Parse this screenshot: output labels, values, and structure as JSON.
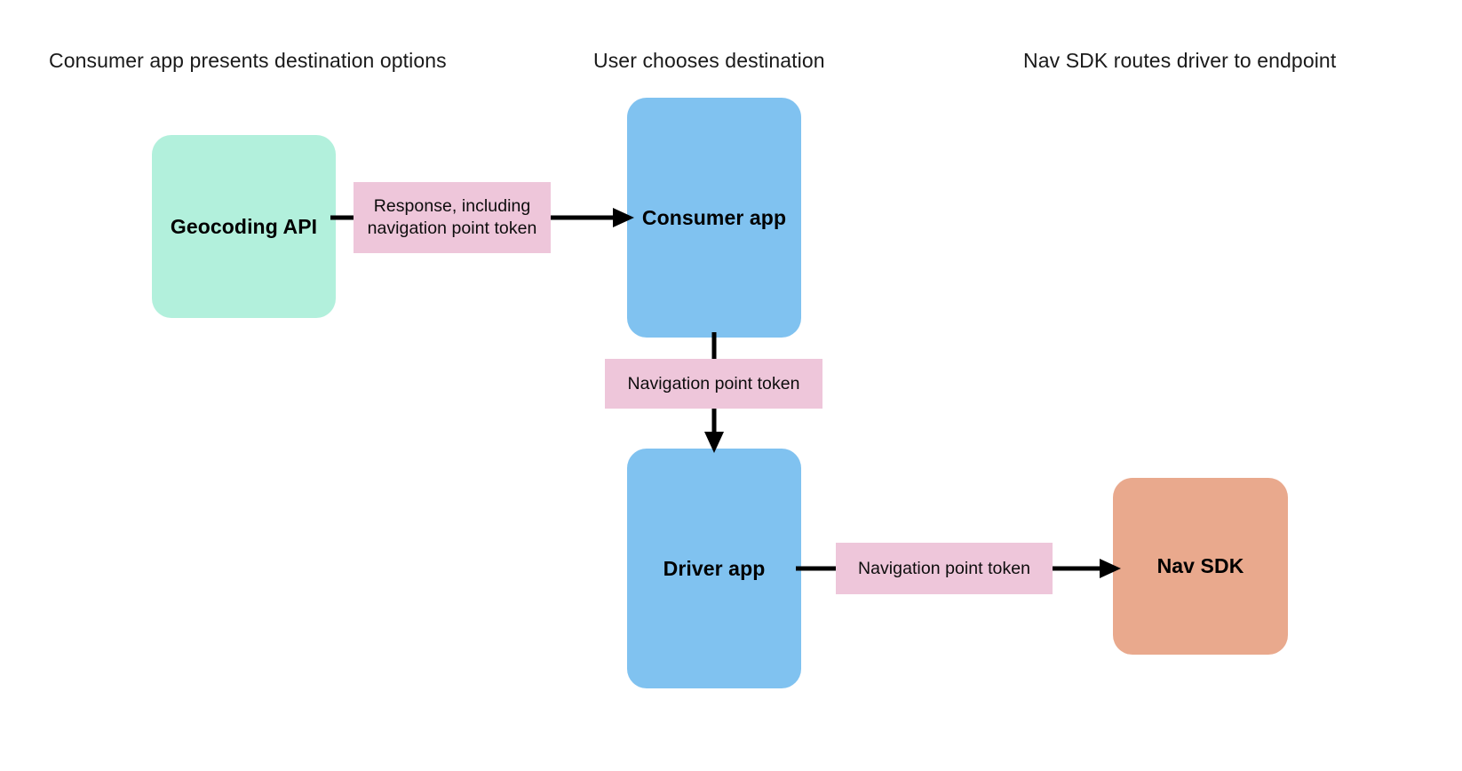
{
  "diagram": {
    "title_row": [
      {
        "label": "Consumer app presents destination options"
      },
      {
        "label": "User chooses destination"
      },
      {
        "label": "Nav SDK routes driver to endpoint"
      }
    ],
    "nodes": [
      {
        "id": "geocoding-api",
        "label": "Geocoding API",
        "color": "#b2f0dc"
      },
      {
        "id": "consumer-app",
        "label": "Consumer app",
        "color": "#80c2f0"
      },
      {
        "id": "driver-app",
        "label": "Driver app",
        "color": "#80c2f0"
      },
      {
        "id": "nav-sdk",
        "label": "Nav SDK",
        "color": "#e9a98d"
      }
    ],
    "edges": [
      {
        "id": "geocoding-to-consumer",
        "label": "Response, including navigation point token",
        "label_color": "#eec6da",
        "from": "geocoding-api",
        "to": "consumer-app",
        "direction": "right"
      },
      {
        "id": "consumer-to-driver",
        "label": "Navigation point token",
        "label_color": "#eec6da",
        "from": "consumer-app",
        "to": "driver-app",
        "direction": "down"
      },
      {
        "id": "driver-to-navsdk",
        "label": "Navigation point token",
        "label_color": "#eec6da",
        "from": "driver-app",
        "to": "nav-sdk",
        "direction": "right"
      }
    ],
    "arrow_color": "#000000"
  }
}
